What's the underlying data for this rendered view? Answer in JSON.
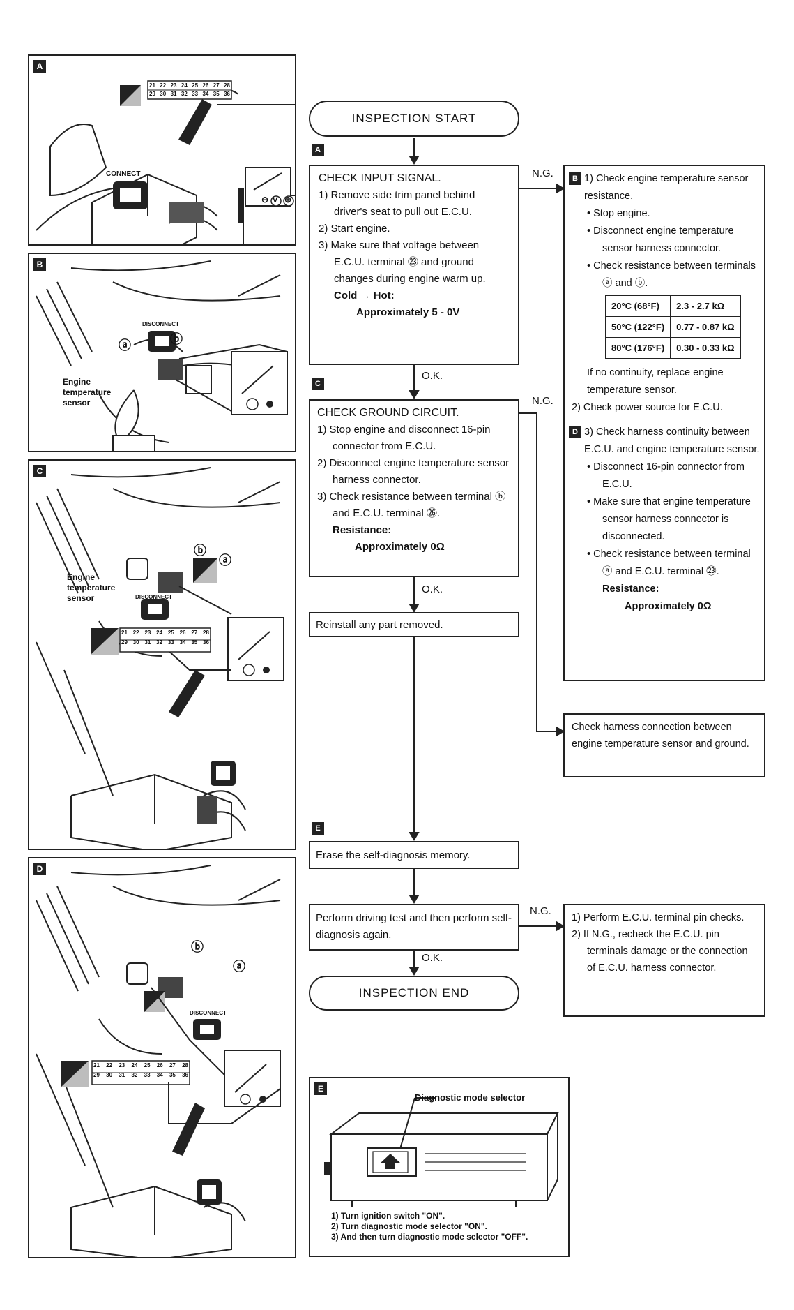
{
  "panels": {
    "a": {
      "tag": "A",
      "connect": "CONNECT",
      "meter_v": "V",
      "plus": "⊕",
      "minus": "⊖"
    },
    "b": {
      "tag": "B",
      "disconnect": "DISCONNECT",
      "label": "Engine temperature sensor",
      "term_a": "ⓐ",
      "term_b": "ⓑ"
    },
    "c": {
      "tag": "C",
      "disconnect": "DISCONNECT",
      "label": "Engine temperature sensor",
      "term_a": "ⓐ",
      "term_b": "ⓑ"
    },
    "d": {
      "tag": "D",
      "disconnect": "DISCONNECT",
      "term_a": "ⓐ",
      "term_b": "ⓑ"
    },
    "e": {
      "tag": "E",
      "selector_label": "Diagnostic mode selector",
      "steps": [
        "1) Turn ignition switch \"ON\".",
        "2) Turn diagnostic mode selector \"ON\".",
        "3) And then turn diagnostic mode selector \"OFF\"."
      ]
    }
  },
  "connector_pins": {
    "row1": [
      "21",
      "22",
      "23",
      "24",
      "25",
      "26",
      "27",
      "28"
    ],
    "row2": [
      "29",
      "30",
      "31",
      "32",
      "33",
      "34",
      "35",
      "36"
    ]
  },
  "flow": {
    "start": "INSPECTION START",
    "end": "INSPECTION END",
    "ng": "N.G.",
    "ok": "O.K.",
    "step_a": {
      "tag": "A",
      "title": "CHECK INPUT SIGNAL.",
      "items": [
        "1) Remove side trim panel behind driver's seat to pull out E.C.U.",
        "2) Start engine.",
        "3) Make sure that voltage between E.C.U. terminal ㉓ and ground changes during engine warm up."
      ],
      "cond_label": "Cold → Hot:",
      "cond_value": "Approximately 5 - 0V"
    },
    "step_c": {
      "tag": "C",
      "title": "CHECK GROUND CIRCUIT.",
      "items": [
        "1) Stop engine and disconnect 16-pin connector from E.C.U.",
        "2) Disconnect engine temperature sensor harness connector.",
        "3) Check resistance between terminal ⓑ and E.C.U. terminal ㉖."
      ],
      "res_label": "Resistance:",
      "res_value": "Approximately 0Ω"
    },
    "reinstall": "Reinstall any part removed.",
    "erase": {
      "tag": "E",
      "text": "Erase the self-diagnosis memory."
    },
    "driving": "Perform driving test and then perform self-diagnosis again.",
    "ng_b": {
      "tag": "B",
      "item1": "1) Check engine temperature sensor resistance.",
      "bullets": [
        "Stop engine.",
        "Disconnect engine temperature sensor harness connector.",
        "Check resistance between terminals ⓐ and ⓑ."
      ],
      "table": [
        [
          "20°C (68°F)",
          "2.3 - 2.7 kΩ"
        ],
        [
          "50°C (122°F)",
          "0.77 - 0.87 kΩ"
        ],
        [
          "80°C (176°F)",
          "0.30 - 0.33 kΩ"
        ]
      ],
      "no_cont": "If no continuity, replace engine temperature sensor.",
      "item2": "2) Check power source for E.C.U.",
      "tag_d": "D",
      "item3": "3) Check harness continuity between E.C.U. and engine temperature sensor.",
      "bullets2": [
        "Disconnect 16-pin connector from E.C.U.",
        "Make sure that engine temperature sensor harness connector is disconnected.",
        "Check resistance between terminal ⓐ and E.C.U. terminal ㉓."
      ],
      "res_label": "Resistance:",
      "res_value": "Approximately 0Ω"
    },
    "ng_c": "Check harness connection between engine temperature sensor and ground.",
    "ng_final": [
      "1) Perform E.C.U. terminal pin checks.",
      "2) If N.G., recheck the E.C.U. pin terminals damage or the connection of E.C.U. harness connector."
    ]
  }
}
